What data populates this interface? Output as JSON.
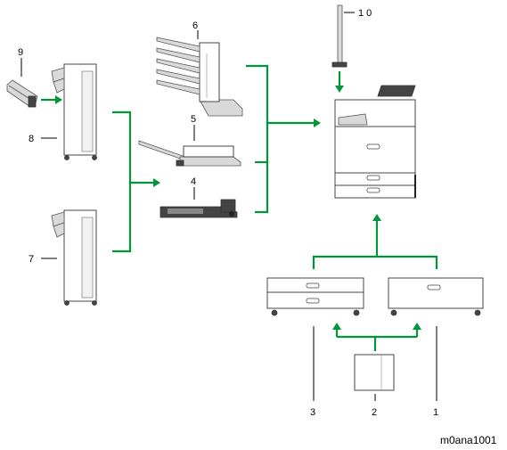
{
  "callouts": {
    "c1": "1",
    "c2": "2",
    "c3": "3",
    "c4": "4",
    "c5": "5",
    "c6": "6",
    "c7": "7",
    "c8": "8",
    "c9": "9",
    "c10": "1 0"
  },
  "figure_code": "m0ana1001",
  "colors": {
    "arrow": "#00963c",
    "outline": "#444444",
    "shade": "#d9d9d9"
  }
}
